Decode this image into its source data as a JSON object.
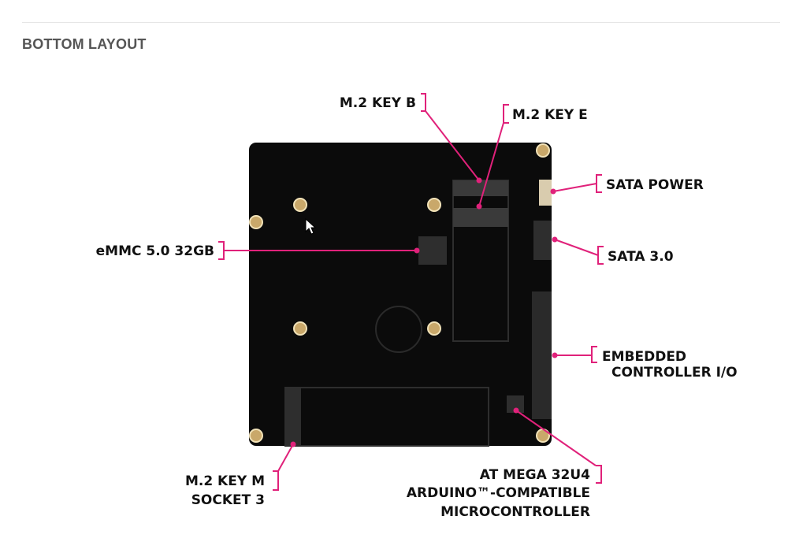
{
  "section": {
    "title": "BOTTOM LAYOUT"
  },
  "diagram": {
    "labels": {
      "m2_key_b": "M.2 KEY B",
      "m2_key_e": "M.2 KEY E",
      "sata_power": "SATA POWER",
      "emmc": "eMMC 5.0 32GB",
      "sata_3": "SATA 3.0",
      "ec_io_line1": "EMBEDDED",
      "ec_io_line2": "CONTROLLER I/O",
      "m2_key_m_line1": "M.2 KEY M",
      "m2_key_m_line2": "SOCKET 3",
      "atmega_line1": "AT MEGA 32U4",
      "atmega_line2": "ARDUINO™-COMPATIBLE",
      "atmega_line3": "MICROCONTROLLER"
    },
    "colors": {
      "board": "#0b0b0b",
      "leader": "#e0217a",
      "hole": "#c9a86a",
      "component": "#2a2a2a",
      "label": "#111111"
    }
  }
}
